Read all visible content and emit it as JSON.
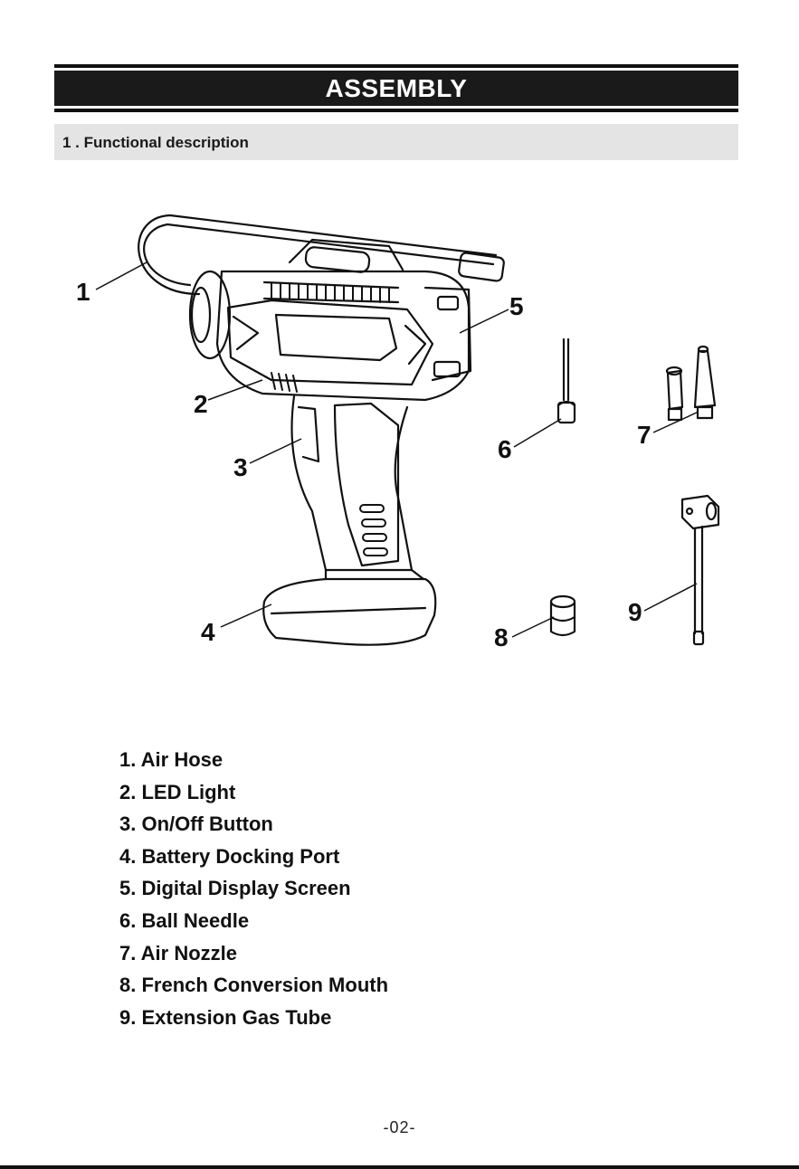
{
  "header": {
    "title": "ASSEMBLY"
  },
  "section": {
    "title": "1 . Functional description"
  },
  "diagram": {
    "callouts": [
      "1",
      "2",
      "3",
      "4",
      "5",
      "6",
      "7",
      "8",
      "9"
    ]
  },
  "parts_list": [
    "1. Air Hose",
    "2. LED Light",
    "3. On/Off Button",
    "4. Battery Docking Port",
    "5. Digital Display Screen",
    "6. Ball Needle",
    "7. Air Nozzle",
    "8. French Conversion Mouth",
    "9. Extension Gas Tube"
  ],
  "footer": {
    "page_number": "-02-"
  }
}
